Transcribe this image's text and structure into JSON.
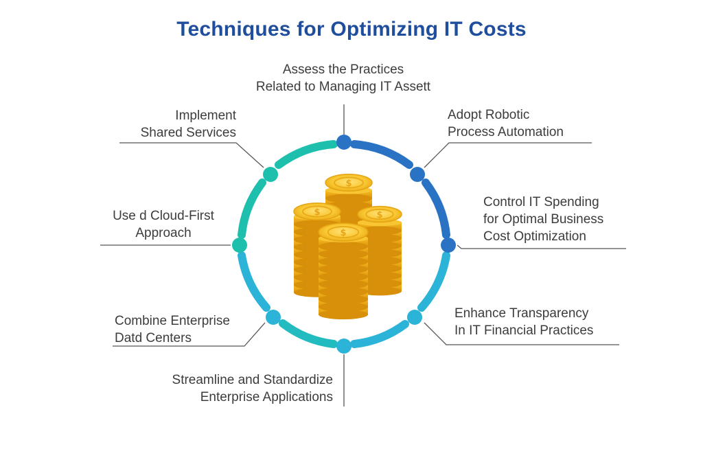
{
  "title": "Techniques for Optimizing IT Costs",
  "colors": {
    "title": "#1f4e9c",
    "ring_blue": "#2a73c4",
    "ring_cyan": "#2bb3d8",
    "ring_teal": "#1fbfae",
    "coin_gold": "#f5b81e",
    "text": "#3c3c3c",
    "line": "#555555"
  },
  "icons": {
    "center": "coin-stack-icon"
  },
  "techniques": [
    {
      "id": "assess",
      "line1": "Assess the Practices",
      "line2": "Related to Managing IT Assett"
    },
    {
      "id": "rpa",
      "line1": "Adopt Robotic",
      "line2": "Process Automation"
    },
    {
      "id": "control",
      "line1": "Control IT Spending",
      "line2": "for Optimal Business",
      "line3": "Cost Optimization"
    },
    {
      "id": "transparency",
      "line1": "Enhance Transparency",
      "line2": "In IT Financial Practices"
    },
    {
      "id": "streamline",
      "line1": "Streamline and Standardize",
      "line2": "Enterprise Applications"
    },
    {
      "id": "datacenters",
      "line1": "Combine Enterprise",
      "line2": "Datd Centers"
    },
    {
      "id": "cloud",
      "line1": "Use d Cloud-First",
      "line2": "Approach"
    },
    {
      "id": "shared",
      "line1": "Implement",
      "line2": "Shared Services"
    }
  ]
}
